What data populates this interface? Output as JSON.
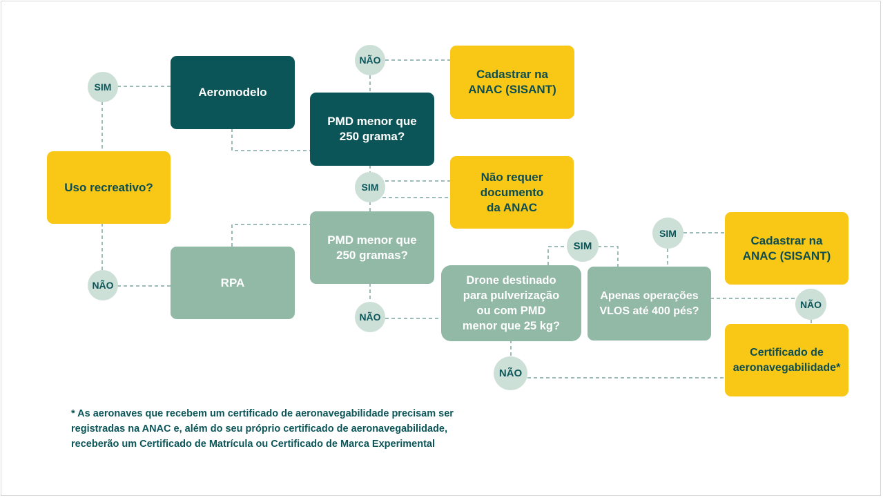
{
  "nodes": {
    "uso_recreativo": "Uso recreativo?",
    "aeromodelo": "Aeromodelo",
    "rpa": "RPA",
    "pmd_250_grama": "PMD menor que\n250 grama?",
    "pmd_250_gramas": "PMD menor que\n250 gramas?",
    "cadastrar_anac_1": "Cadastrar na\nANAC (SISANT)",
    "nao_requer": "Não requer\ndocumento\nda ANAC",
    "drone_destinado": "Drone destinado\npara pulverização\nou com PMD\nmenor que 25 kg?",
    "apenas_vlos": "Apenas operações\nVLOS até 400 pés?",
    "cadastrar_anac_2": "Cadastrar na\nANAC (SISANT)",
    "certificado": "Certificado de\naeronavegabilidade*"
  },
  "labels": {
    "sim": "SIM",
    "nao": "NÃO"
  },
  "footnote": {
    "line1": "* As aeronaves que recebem um certificado de aeronavegabilidade precisam ser",
    "line2": "registradas na ANAC e, além do seu próprio certificado de aeronavegabilidade,",
    "line3": "receberão um Certificado de Matrícula ou Certificado de Marca Experimental"
  },
  "colors": {
    "dark_teal": "#0b5559",
    "sage": "#92b8a6",
    "yellow": "#f9c716",
    "circle_bg": "#cde0d8",
    "connector": "#7aa3a0"
  }
}
